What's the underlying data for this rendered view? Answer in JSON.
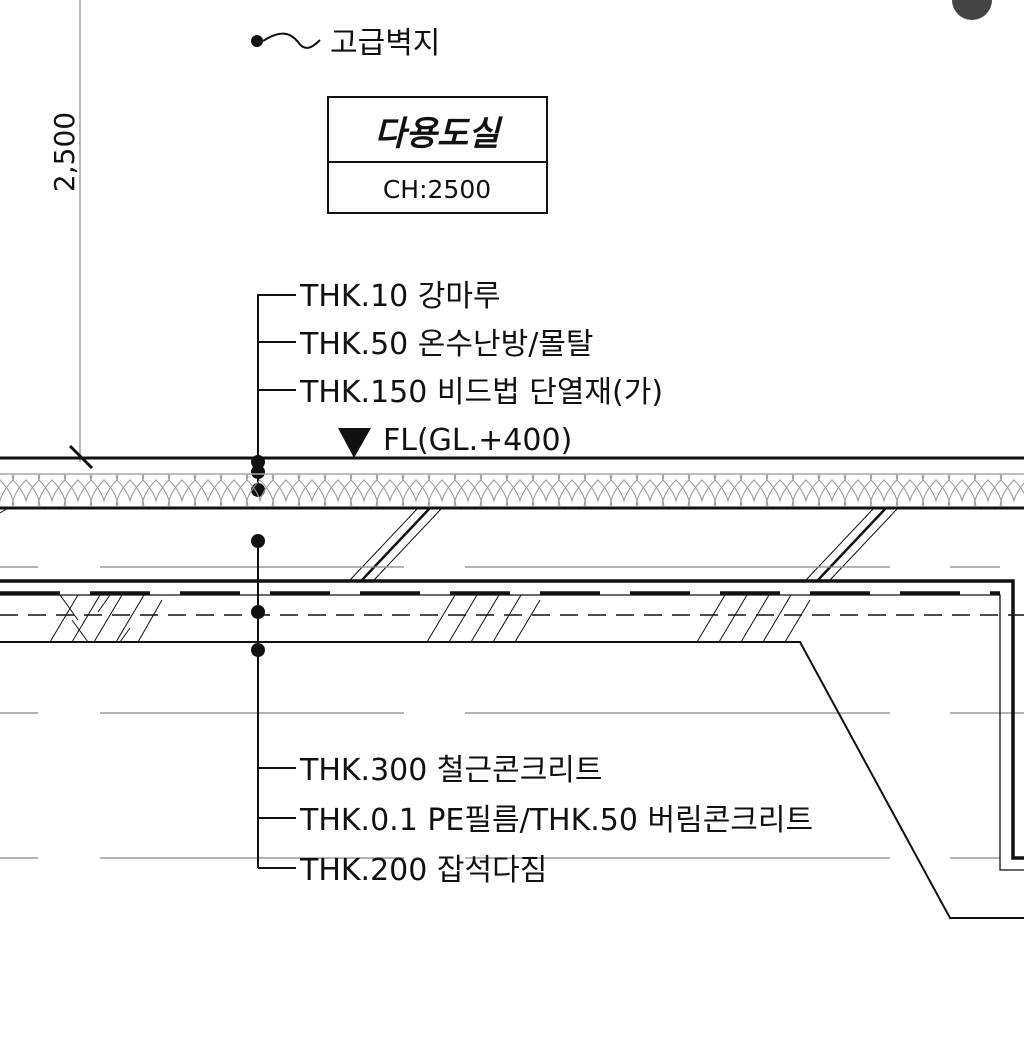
{
  "drawing": {
    "dimension": "2,500",
    "wall_finish": "고급벽지",
    "room": {
      "name": "다용도실",
      "ceiling_height": "CH:2500"
    },
    "upper_layers": [
      "THK.10 강마루",
      "THK.50 온수난방/몰탈",
      "THK.150 비드법 단열재(가)"
    ],
    "floor_level": "FL(GL.+400)",
    "lower_layers": [
      "THK.300 철근콘크리트",
      "THK.0.1 PE필름/THK.50 버림콘크리트",
      "THK.200 잡석다짐"
    ]
  },
  "colors": {
    "line": "#111111",
    "hatch": "#888888"
  }
}
